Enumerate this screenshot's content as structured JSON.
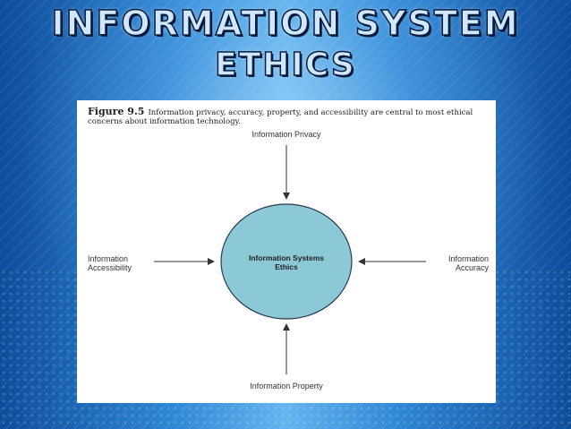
{
  "slide": {
    "title_line1": "INFORMATION SYSTEM",
    "title_line2": "ETHICS"
  },
  "figure": {
    "caption_label": "Figure 9.5",
    "caption_text": "Information privacy, accuracy, property, and accessibility are central to most ethical concerns about information technology."
  },
  "diagram": {
    "center": {
      "line1": "Information Systems",
      "line2": "Ethics"
    },
    "nodes": {
      "privacy": "Information Privacy",
      "accessibility_line1": "Information",
      "accessibility_line2": "Accessibility",
      "accuracy_line1": "Information",
      "accuracy_line2": "Accuracy",
      "property": "Information Property"
    }
  },
  "colors": {
    "ellipse_fill": "#8cc9d6",
    "ellipse_stroke": "#2a3a4a",
    "arrow": "#333333",
    "title_fill": "#cfe8ff",
    "background": "#1b5fb0"
  }
}
